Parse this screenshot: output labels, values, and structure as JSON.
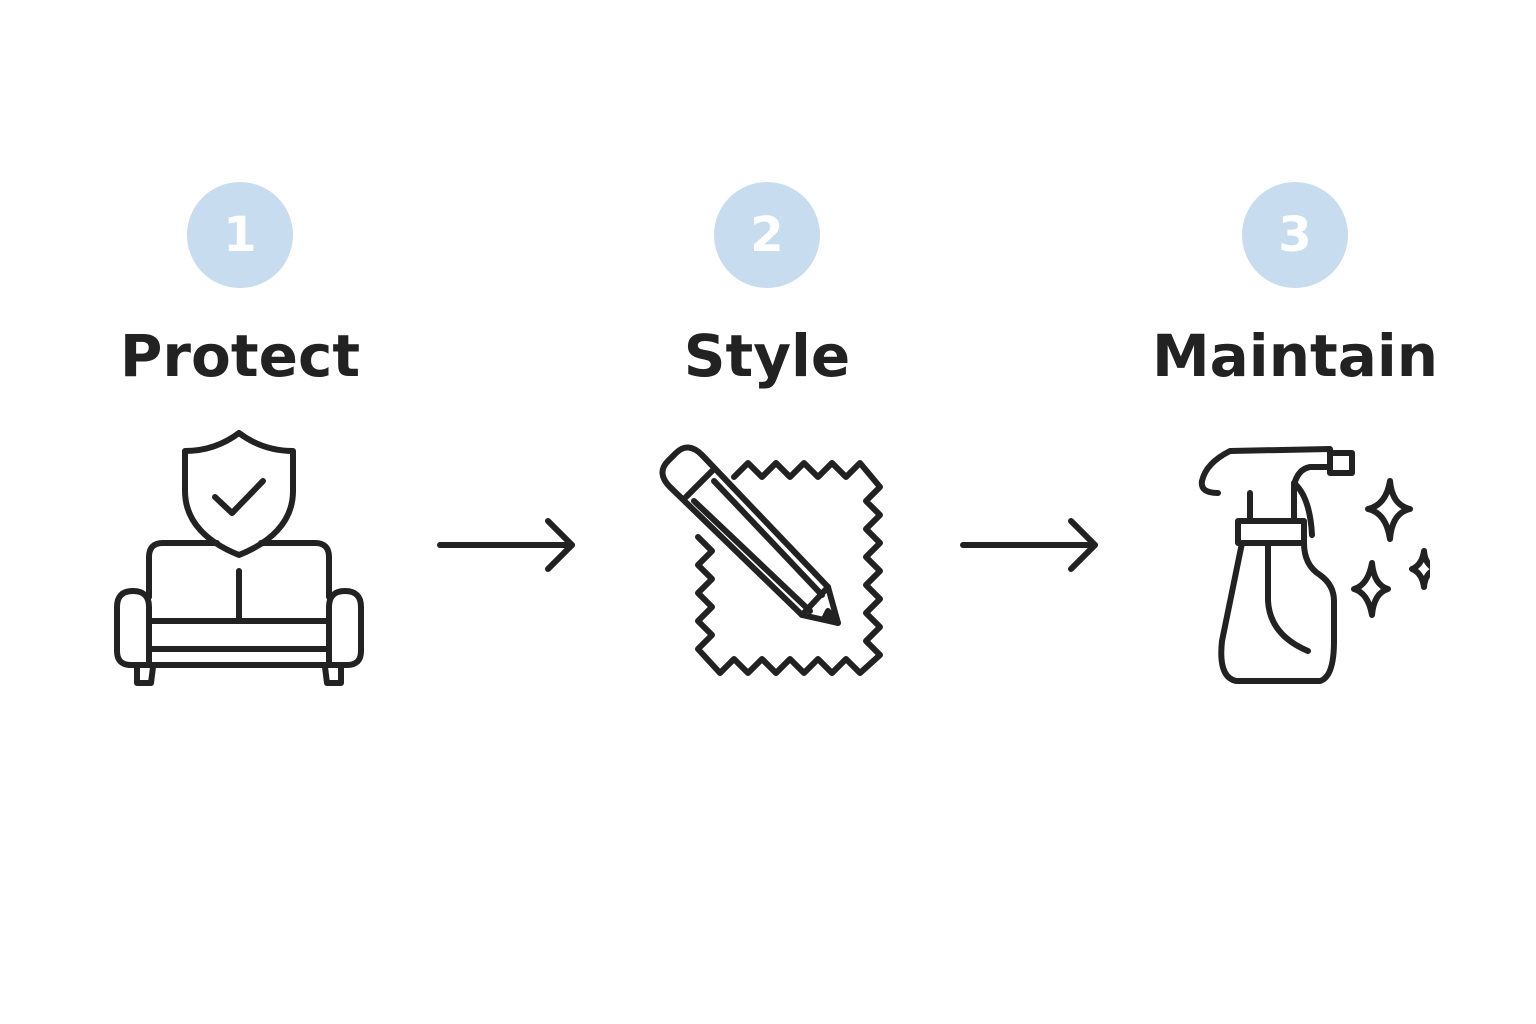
{
  "steps": [
    {
      "number": "1",
      "title": "Protect",
      "icon": "sofa-shield-check-icon"
    },
    {
      "number": "2",
      "title": "Style",
      "icon": "pencil-fabric-swatch-icon"
    },
    {
      "number": "3",
      "title": "Maintain",
      "icon": "spray-bottle-sparkles-icon"
    }
  ],
  "colors": {
    "circle_fill": "#c7dcee",
    "circle_text": "#ffffff",
    "text": "#222222",
    "stroke": "#222222",
    "background": "#ffffff"
  }
}
